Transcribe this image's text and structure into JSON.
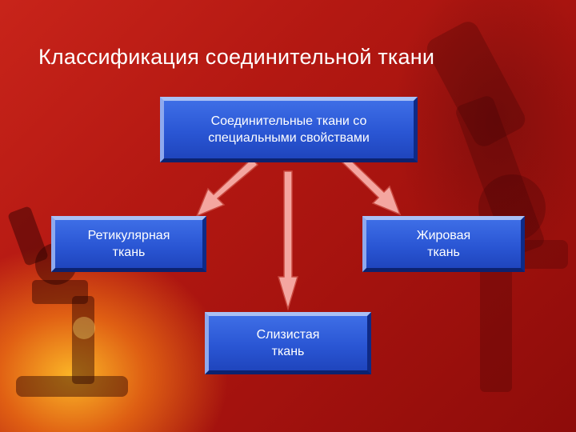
{
  "slide": {
    "title": "Классификация соединительной ткани"
  },
  "diagram": {
    "root": "Соединительные ткани со\nспециальными свойствами",
    "children": [
      {
        "id": "reticular",
        "label": "Ретикулярная\nткань"
      },
      {
        "id": "adipose",
        "label": "Жировая\nткань"
      },
      {
        "id": "mucous",
        "label": "Слизистая\nткань"
      }
    ]
  },
  "colors": {
    "background": "#b31812",
    "box_fill": "#2a56d4",
    "arrow": "#f4a6a0"
  }
}
